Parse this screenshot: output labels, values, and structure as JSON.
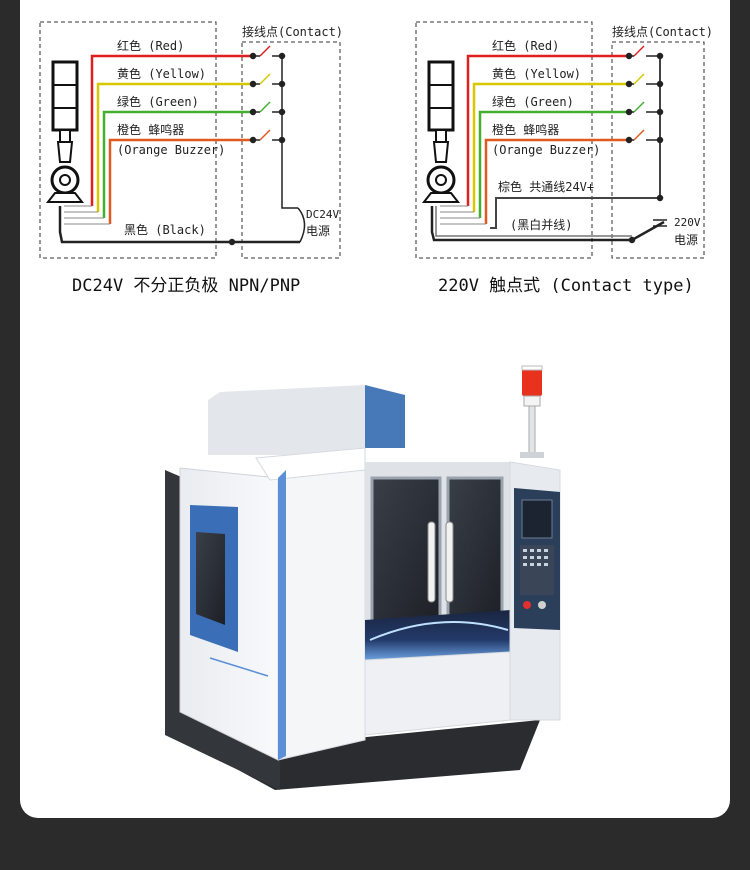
{
  "left_diagram": {
    "contact_title": "接线点(Contact)",
    "red": "红色 (Red)",
    "yellow": "黄色 (Yellow)",
    "green": "绿色 (Green)",
    "orange": "橙色 蜂鸣器",
    "orange_en": "(Orange Buzzer)",
    "black": "黑色  (Black)",
    "power_v": "DC24V",
    "power_cn": "电源",
    "caption": "DC24V 不分正负极 NPN/PNP"
  },
  "right_diagram": {
    "contact_title": "接线点(Contact)",
    "red": "红色 (Red)",
    "yellow": "黄色 (Yellow)",
    "green": "绿色 (Green)",
    "orange": "橙色 蜂鸣器",
    "orange_en": "(Orange Buzzer)",
    "brown": "棕色 共通线24V+",
    "black_white": "(黑白并线)",
    "power_v": "220V",
    "power_cn": "电源",
    "caption": "220V 触点式  (Contact type)"
  },
  "colors": {
    "red": "#e02020",
    "yellow": "#d8c800",
    "green": "#44b030",
    "orange": "#e05a20",
    "black": "#222222",
    "background": "#2b2b2b"
  }
}
